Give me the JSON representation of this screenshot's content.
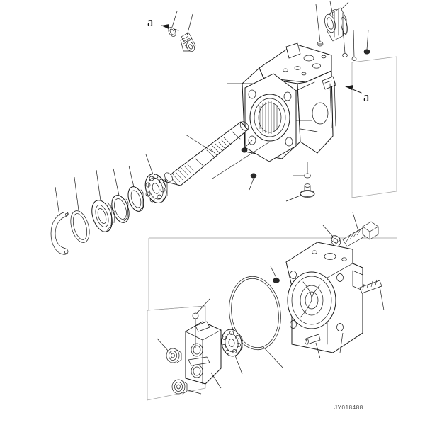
{
  "document": {
    "kind": "exploded-parts-diagram",
    "subject": "Hydraulic piston pump assembly",
    "drawing_number": "JY018488"
  },
  "callouts": [
    {
      "id": "a-left",
      "label": "a",
      "points_to": "socket-bolt-and-washer-detail"
    },
    {
      "id": "a-right",
      "label": "a",
      "points_to": "pump-housing-mounting-face"
    }
  ],
  "parts": {
    "upper_detail": [
      {
        "name": "o-ring-small",
        "leader": true
      },
      {
        "name": "socket-head-bolt",
        "leader": true
      }
    ],
    "top_group": [
      {
        "name": "o-ring-large-top",
        "leader": true
      },
      {
        "name": "port-flange-sleeve",
        "leader": true
      },
      {
        "name": "plug-small-a",
        "leader": true
      },
      {
        "name": "plug-small-b",
        "leader": true
      },
      {
        "name": "plug-small-c",
        "leader": true
      },
      {
        "name": "plug-small-d",
        "leader": true
      }
    ],
    "shaft_group": [
      {
        "name": "snap-ring",
        "leader": true
      },
      {
        "name": "o-ring-seal-ring",
        "leader": true
      },
      {
        "name": "oil-seal",
        "leader": true
      },
      {
        "name": "spacer-ring",
        "leader": true
      },
      {
        "name": "washer-ring",
        "leader": true
      },
      {
        "name": "roller-bearing",
        "leader": true
      },
      {
        "name": "drive-shaft-splined",
        "leader": true
      },
      {
        "name": "set-screw-upper",
        "leader": true
      },
      {
        "name": "set-screw-lower",
        "leader": true
      }
    ],
    "main_body": [
      {
        "name": "pump-housing",
        "leader": true
      },
      {
        "name": "plug-with-washer",
        "leader": true
      }
    ],
    "lower_group": [
      {
        "name": "hex-bolt-and-washer",
        "leader": true
      },
      {
        "name": "rear-cover-housing",
        "leader": true
      },
      {
        "name": "o-ring-large-cover",
        "leader": true
      },
      {
        "name": "cylinder-bearing",
        "leader": true
      },
      {
        "name": "valve-block",
        "leader": true
      },
      {
        "name": "plug-cap-upper",
        "leader": true
      },
      {
        "name": "plug-cap-lower",
        "leader": true
      },
      {
        "name": "ball-detent",
        "leader": true
      },
      {
        "name": "pin-dowel",
        "leader": true
      },
      {
        "name": "set-screw-cover",
        "leader": true
      },
      {
        "name": "threaded-stud",
        "leader": true
      },
      {
        "name": "washer-top-cover",
        "leader": true
      }
    ]
  }
}
